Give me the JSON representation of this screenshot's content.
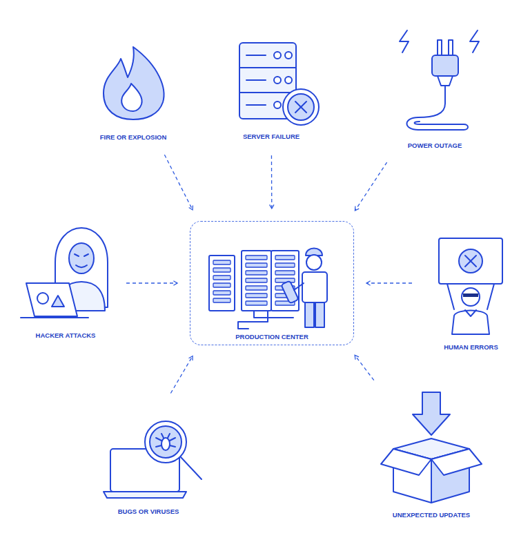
{
  "diagram": {
    "nodes": [
      {
        "text": [
          "FIRE OR EXPLOSION"
        ]
      },
      {
        "text": [
          "SERVER FAILURE"
        ]
      },
      {
        "text": [
          "POWER OUTAGE"
        ]
      },
      {
        "text": [
          "HACKER ATTACKS"
        ]
      },
      {
        "text": [
          "PRODUCTION CENTER"
        ]
      },
      {
        "text": [
          "HUMAN ERRORS"
        ]
      },
      {
        "text": [
          "BUGS OR VIRUSES"
        ]
      },
      {
        "text": [
          "UNEXPECTED UPDATES"
        ]
      }
    ],
    "edges": [
      {
        "from": 0,
        "to": 4,
        "arrow": "to"
      },
      {
        "from": 1,
        "to": 4,
        "arrow": "to"
      },
      {
        "from": 2,
        "to": 4,
        "arrow": "to"
      },
      {
        "from": 3,
        "to": 4,
        "arrow": "to"
      },
      {
        "from": 5,
        "to": 4,
        "arrow": "to"
      },
      {
        "from": 6,
        "to": 4,
        "arrow": "to"
      },
      {
        "from": 7,
        "to": 4,
        "arrow": "to"
      }
    ]
  }
}
